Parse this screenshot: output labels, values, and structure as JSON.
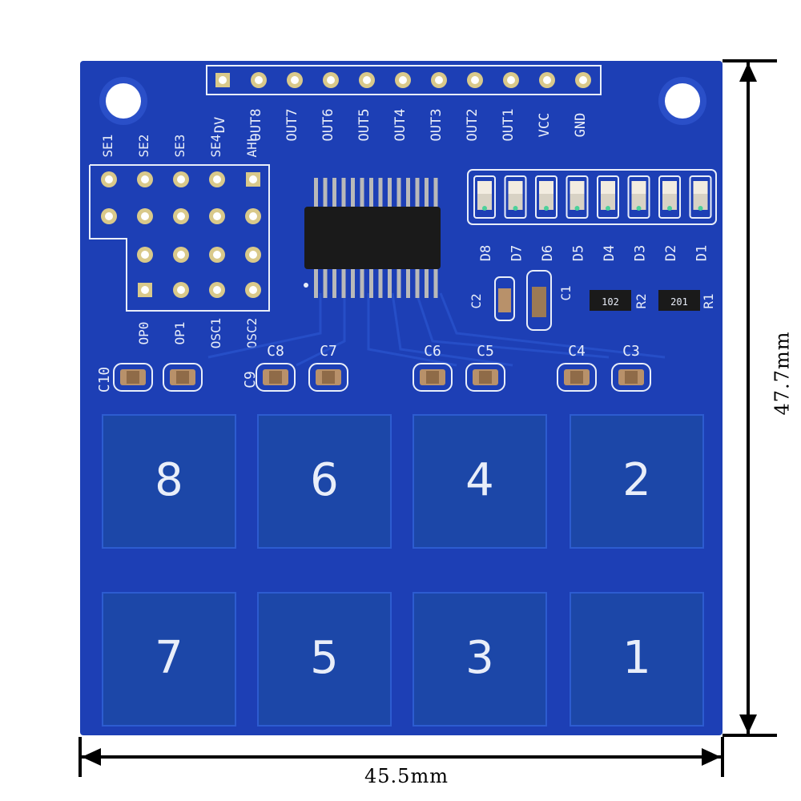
{
  "board": {
    "colors": {
      "pcb": "#1d3fb5",
      "pcb_dark": "#0f2a8a",
      "pad": "#1c47a8",
      "silk": "#e9eef9",
      "pin_gold": "#d9c98a",
      "chip": "#1a1a1a"
    },
    "header_top_pins": [
      "DV",
      "OUT8",
      "OUT7",
      "OUT6",
      "OUT5",
      "OUT4",
      "OUT3",
      "OUT2",
      "OUT1",
      "VCC",
      "GND"
    ],
    "left_header_top_labels": [
      "SE1",
      "SE2",
      "SE3",
      "SE4",
      "AHL"
    ],
    "left_header_bottom_labels": [
      "OP0",
      "OP1",
      "OSC1",
      "OSC2"
    ],
    "leds": [
      "D8",
      "D7",
      "D6",
      "D5",
      "D4",
      "D3",
      "D2",
      "D1"
    ],
    "cap_small": [
      "C2",
      "C1"
    ],
    "resistors": [
      {
        "label": "R2",
        "code": "102"
      },
      {
        "label": "R1",
        "code": "201"
      }
    ],
    "caps_row": [
      "C10",
      "C9",
      "C8",
      "C7",
      "C6",
      "C5",
      "C4",
      "C3"
    ],
    "keys_top": [
      "8",
      "6",
      "4",
      "2"
    ],
    "keys_bottom": [
      "7",
      "5",
      "3",
      "1"
    ]
  },
  "dimensions": {
    "width_label": "45.5mm",
    "height_label": "47.7mm"
  }
}
